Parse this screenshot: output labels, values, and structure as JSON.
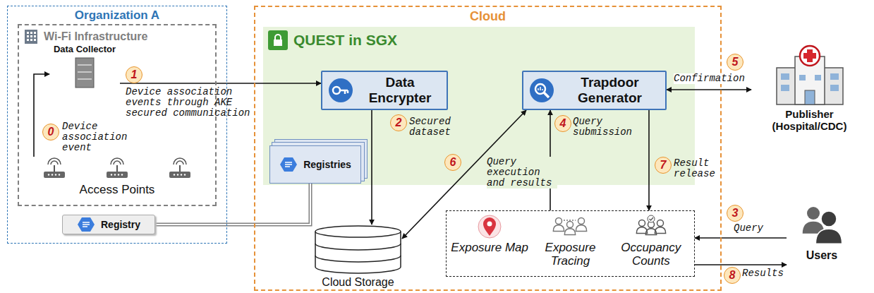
{
  "diagram": {
    "nodes": [
      {
        "text": [
          "Organization A"
        ]
      },
      {
        "text": [
          "Wi-Fi Infrastructure"
        ],
        "in": 0
      },
      {
        "text": [
          "Data Collector"
        ],
        "in": 1
      },
      {
        "text": [
          "Access Points"
        ],
        "in": 1
      },
      {
        "text": [
          "Registry"
        ],
        "in": 0
      },
      {
        "text": [
          "Cloud"
        ]
      },
      {
        "text": [
          "QUEST in SGX"
        ],
        "in": 5
      },
      {
        "text": [
          "Data Encrypter"
        ],
        "in": 6
      },
      {
        "text": [
          "Trapdoor Generator"
        ],
        "in": 6
      },
      {
        "text": [
          "Registries"
        ],
        "in": 6
      },
      {
        "text": [
          "Cloud Storage"
        ],
        "in": 5
      },
      {
        "text": [
          "Exposure Map",
          "Exposure Tracing",
          "Occupancy Counts"
        ],
        "in": 5
      },
      {
        "text": [
          "Publisher (Hospital/CDC)"
        ]
      },
      {
        "text": [
          "Users"
        ]
      }
    ],
    "edges": [
      {
        "from": 3,
        "to": 2,
        "arrow": "to",
        "label": "Device association event"
      },
      {
        "from": 2,
        "to": 7,
        "arrow": "to",
        "label": "Device association events through AKE secured communication"
      },
      {
        "from": 7,
        "to": 10,
        "arrow": "to",
        "label": "Secured dataset"
      },
      {
        "from": 13,
        "to": 11,
        "arrow": "to",
        "label": "Query"
      },
      {
        "from": 11,
        "to": 8,
        "arrow": "to",
        "label": "Query submission"
      },
      {
        "from": 8,
        "to": 12,
        "arrow": "both",
        "label": "Confirmation"
      },
      {
        "from": 10,
        "to": 8,
        "arrow": "both",
        "label": "Query execution and results"
      },
      {
        "from": 8,
        "to": 11,
        "arrow": "to",
        "label": "Result release"
      },
      {
        "from": 11,
        "to": 13,
        "arrow": "to",
        "label": "Results"
      },
      {
        "from": 4,
        "to": 9,
        "arrow": "none"
      }
    ],
    "labels": [
      "0",
      "1",
      "2",
      "3",
      "4",
      "5",
      "6",
      "7",
      "8"
    ]
  }
}
